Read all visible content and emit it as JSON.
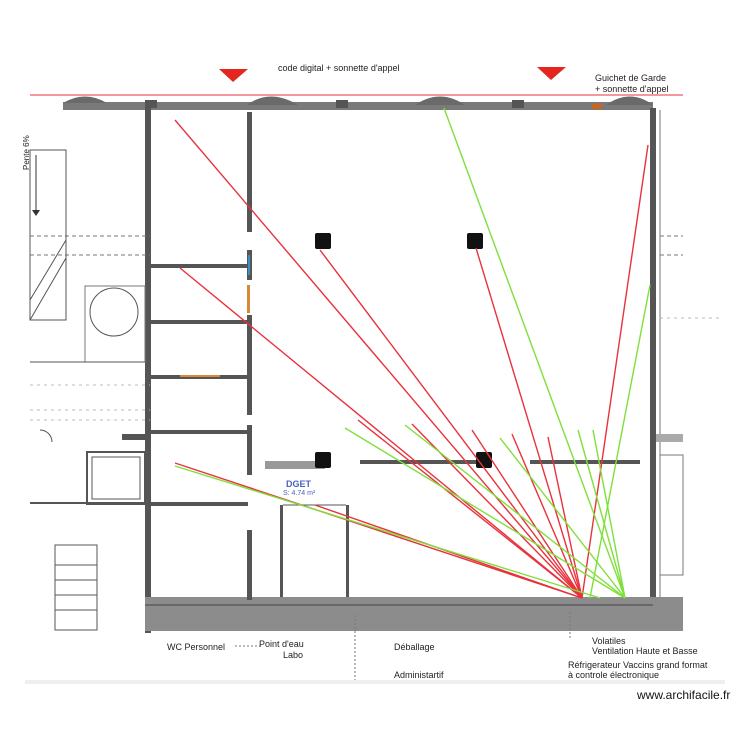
{
  "labels": {
    "top_code": "code digital + sonnette d'appel",
    "top_guichet_1": "Guichet de Garde",
    "top_guichet_2": "+ sonnette d'appel",
    "pente": "Pente 6%",
    "room_name": "DGET",
    "room_area": "S: 4.74 m²",
    "wc": "WC Personnel",
    "point_eau_1": "Point d'eau",
    "point_eau_2": "Labo",
    "deballage": "Déballage",
    "administratif": "Administartif",
    "volatiles": "Volatiles",
    "ventilation": "Ventilation Haute et Basse",
    "refrigerateur_1": "Réfrigerateur Vaccins grand format",
    "refrigerateur_2": "à controle électronique"
  },
  "watermark": "www.archifacile.fr",
  "colors": {
    "wall": "#555555",
    "red_line": "#e8323c",
    "green_line": "#7ee03a",
    "marker": "#e5261f",
    "room_label": "#4a5fc1"
  }
}
